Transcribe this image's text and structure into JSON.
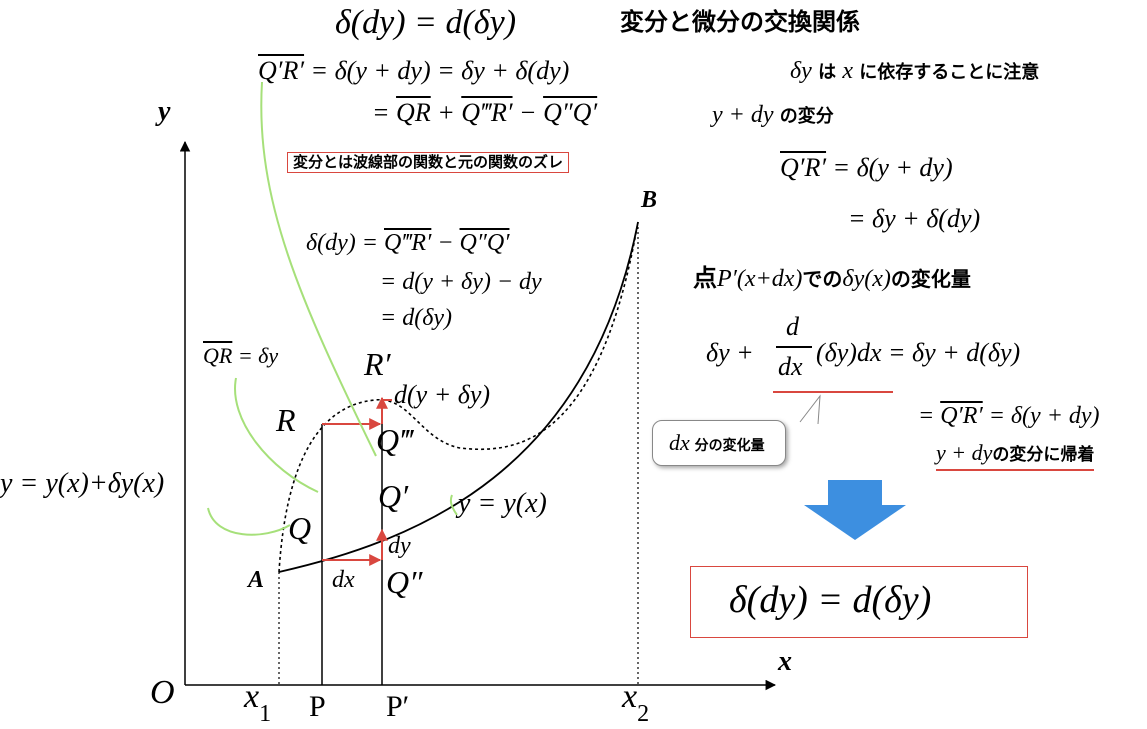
{
  "title": {
    "formula": "δ(dy) = d(δy)",
    "subtitle": "変分と微分の交換関係"
  },
  "top_eq": {
    "line1_ovl": "Q′R′",
    "line1_rest": " = δ(y + dy) = δy + δ(dy)",
    "line2_eq": "= ",
    "line2_a": "QR",
    "line2_plus": " + ",
    "line2_b": "Q‴R′",
    "line2_minus": " − ",
    "line2_c": "Q″Q′"
  },
  "notes": {
    "dy_dep_sym": "δy",
    "dy_dep_ha": " は ",
    "dy_dep_x": "x",
    "dy_dep_rest": " に依存することに注意",
    "y_dy_sym": "y + dy",
    "y_dy_text": " の変分"
  },
  "variation_box": "変分とは波線部の関数と元の関数のズレ",
  "right_eq1": {
    "ovl": "Q′R′",
    "l1_rest": " = δ(y + dy)",
    "l2": "= δy + δ(dy)"
  },
  "point_change": {
    "bold1": "点",
    "sym": "P′(x+dx)",
    "bold2": "での",
    "sym2": "δy(x)",
    "bold3": "の変化量"
  },
  "deriv_eq": {
    "left": "δy +",
    "num": "d",
    "den": "dx",
    "right": "(δy)dx = δy + d(δy)"
  },
  "right_eq2": {
    "eq": "= ",
    "ovl": "Q′R′",
    "rest": " = δ(y + dy)"
  },
  "return_note": {
    "sym": "y + dy",
    "text": "の変分に帰着"
  },
  "bubble": {
    "sym": "dx",
    "text": " 分の変化量"
  },
  "mid_eq": {
    "l1_pre": "δ(dy) = ",
    "l1_a": "Q‴R′",
    "l1_minus": " − ",
    "l1_b": "Q″Q′",
    "l2": "= d(y + δy) − dy",
    "l3": "= d(δy)"
  },
  "qr_eq": {
    "ovl": "QR",
    "rest": " = δy"
  },
  "labels": {
    "y_axis": "y",
    "x_axis": "x",
    "origin": "O",
    "x1": "x",
    "x1_sub": "1",
    "x2": "x",
    "x2_sub": "2",
    "P": "P",
    "P_prime": "P′",
    "A": "A",
    "B": "B",
    "Q": "Q",
    "R": "R",
    "R_prime": "R′",
    "Q_prime": "Q′",
    "Q_2prime": "Q″",
    "Q_3prime": "Q‴",
    "dx": "dx",
    "dy": "dy",
    "d_y_dy": "d(y + δy)",
    "curve_varied": "y = y(x)+δy(x)",
    "curve_orig": "y = y(x)"
  },
  "result": "δ(dy) = d(δy)",
  "colors": {
    "accent_red": "#d9473f",
    "curve_green": "#a6e07a",
    "arrow_blue": "#3d8fe0"
  }
}
